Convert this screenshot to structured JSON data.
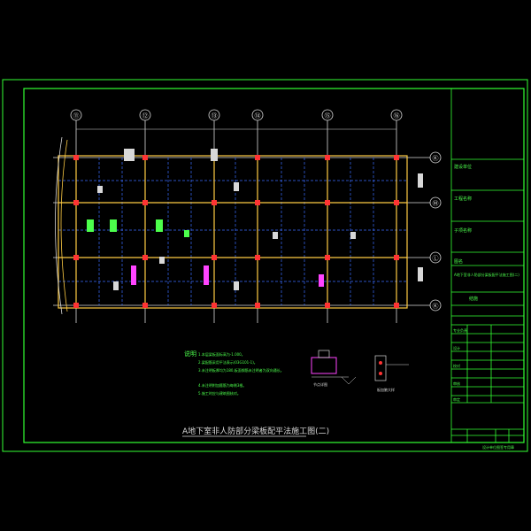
{
  "drawing": {
    "title": "A地下室非人防部分梁板配平法施工图(二)",
    "axis_columns": [
      "⑪",
      "⑫",
      "⑬",
      "⑭",
      "⑮",
      "⑯"
    ],
    "axis_rows": [
      "Ⓚ",
      "Ⓜ",
      "Ⓛ",
      "Ⓚ"
    ],
    "notes_heading": "说明",
    "notes": [
      "1.本层梁板面标高为-1.000。",
      "2.梁配筋采用平法表示(03G101-1)。",
      "3.未注明板厚均为180,板面钢筋未注明者为双向通长。",
      "4.未注明附加箍筋为每侧3根。",
      "5.施工时应与建筑图核对。"
    ],
    "section_label_1": "节点详图",
    "section_label_2": "板加腋大样",
    "bottom_right_note": "设计单位图签专用章"
  },
  "title_block": {
    "rows": [
      "建设单位",
      "工程名称",
      "子项名称",
      "图名",
      "结施",
      "专业负责",
      "设计",
      "校对",
      "审核",
      "审定"
    ]
  },
  "colors": {
    "background": "#000000",
    "frame": "#33ff33",
    "beam": "#ffcc44",
    "grid": "#3a6bff",
    "column": "#ff3333",
    "annotation": "#ff44ff"
  }
}
